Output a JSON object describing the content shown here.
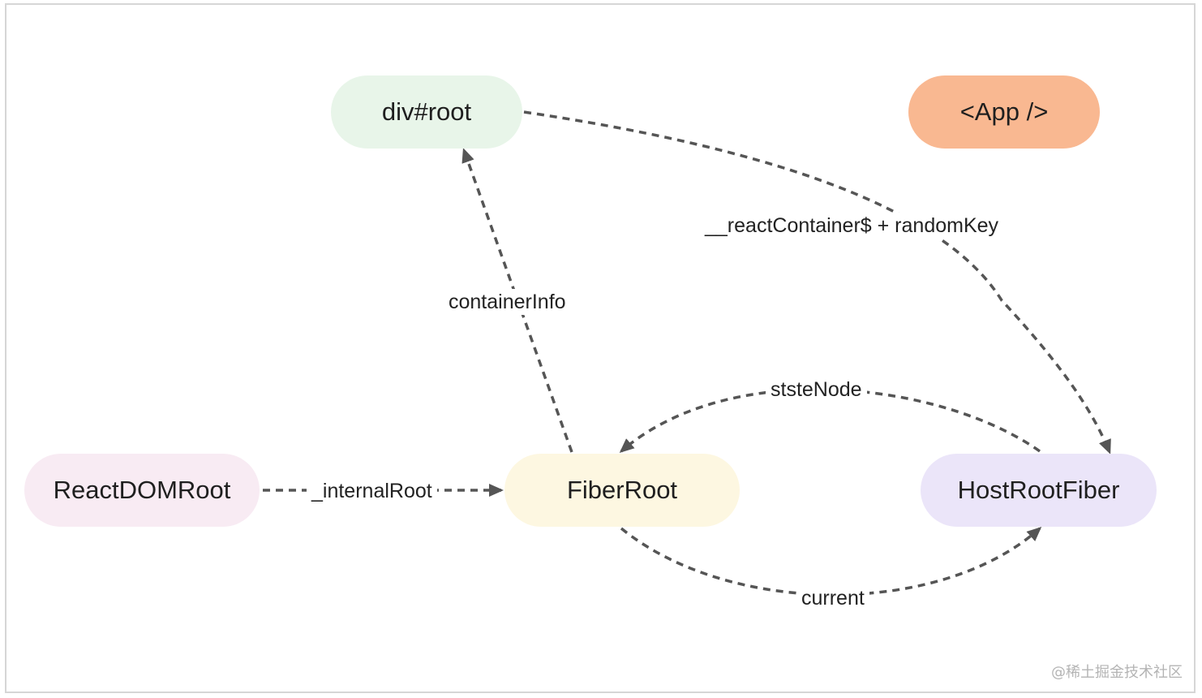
{
  "nodes": {
    "div_root": {
      "label": "div#root",
      "color": "#e8f5e9"
    },
    "app": {
      "label": "<App />",
      "color": "#f9b891"
    },
    "react_dom_root": {
      "label": "ReactDOMRoot",
      "color": "#f8ebf3"
    },
    "fiber_root": {
      "label": "FiberRoot",
      "color": "#fdf7e1"
    },
    "host_root_fiber": {
      "label": "HostRootFiber",
      "color": "#ebe5f9"
    }
  },
  "edges": {
    "container_info": {
      "label": "containerInfo"
    },
    "react_container": {
      "label": "__reactContainer$ + randomKey"
    },
    "internal_root": {
      "label": "_internalRoot"
    },
    "state_node": {
      "label": "ststeNode"
    },
    "current": {
      "label": "current"
    }
  },
  "style": {
    "edge_color": "#555555"
  },
  "watermark": "@稀土掘金技术社区"
}
